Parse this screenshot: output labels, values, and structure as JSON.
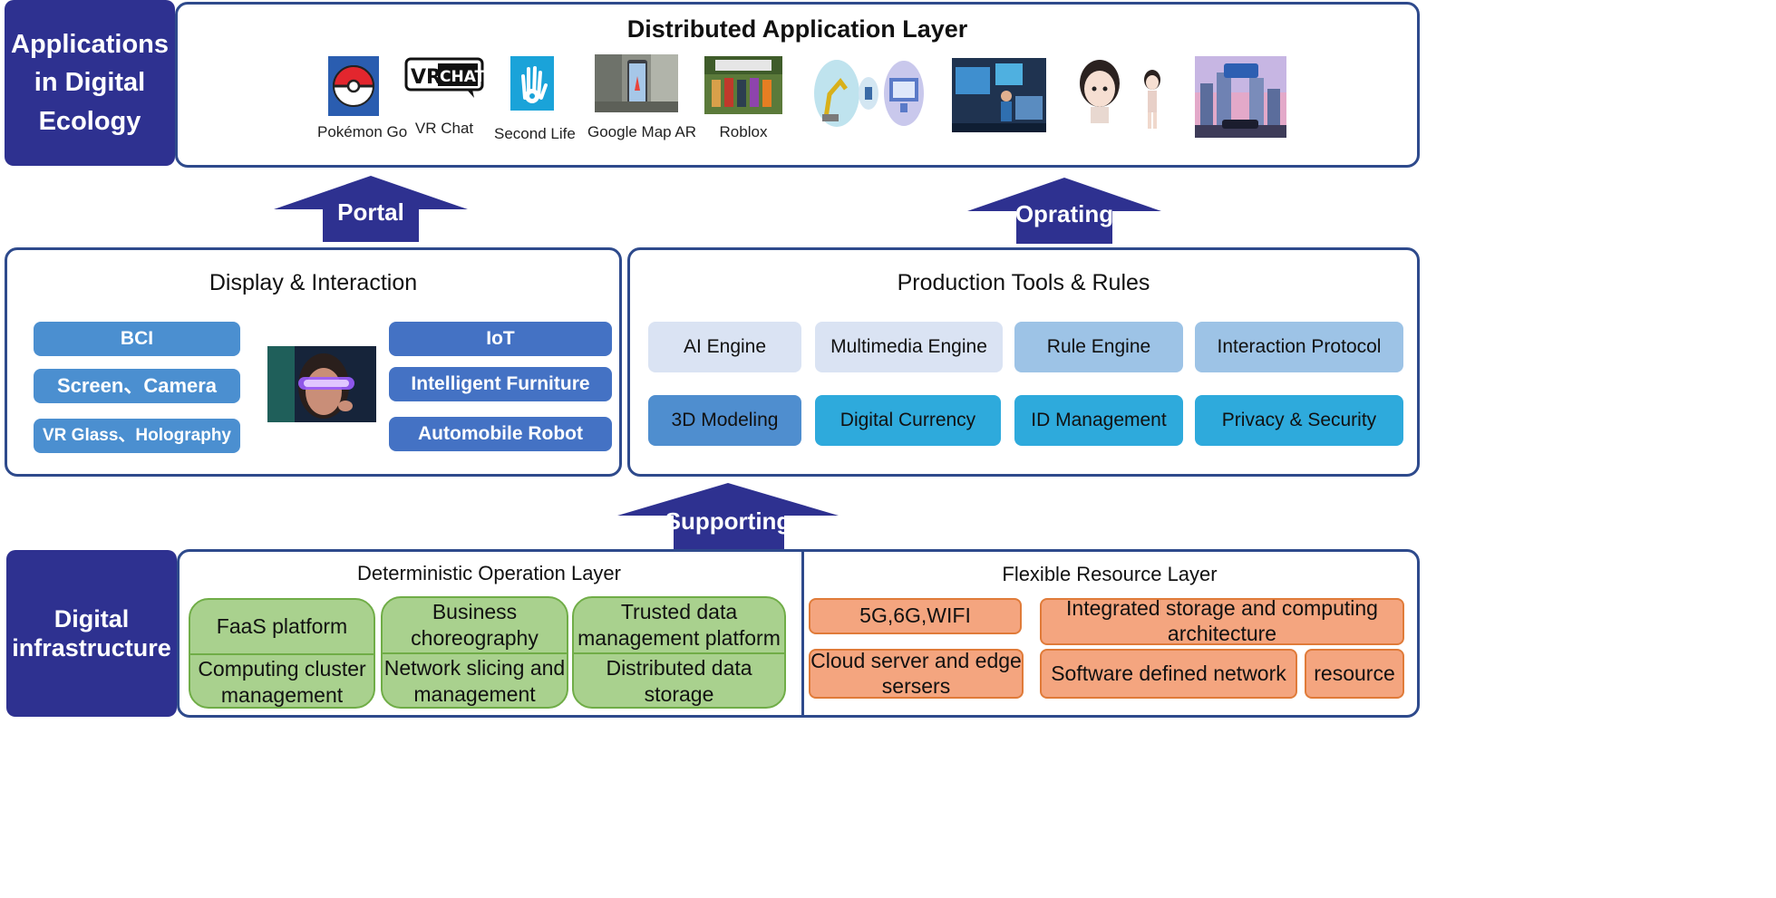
{
  "top": {
    "category": "Applications in Digital Ecology",
    "layer_title": "Distributed Application Layer",
    "apps": [
      {
        "label": "Pokémon Go",
        "icon": "pokeball-icon"
      },
      {
        "label": "VR Chat",
        "icon": "vrchat-logo"
      },
      {
        "label": "Second Life",
        "icon": "second-life-hand-icon"
      },
      {
        "label": "Google Map AR",
        "icon": "ar-map-street-image"
      },
      {
        "label": "Roblox",
        "icon": "roblox-characters-image"
      }
    ]
  },
  "arrows": {
    "portal": "Portal",
    "operating": "Oprating",
    "supporting": "Supporting"
  },
  "display": {
    "title": "Display & Interaction",
    "left_items": [
      "BCI",
      "Screen、Camera",
      "VR Glass、Holography"
    ],
    "right_items": [
      "IoT",
      "Intelligent Furniture",
      "Automobile Robot"
    ]
  },
  "production": {
    "title": "Production Tools & Rules",
    "row1": [
      "AI Engine",
      "Multimedia Engine",
      "Rule Engine",
      "Interaction Protocol"
    ],
    "row2": [
      "3D Modeling",
      "Digital Currency",
      "ID Management",
      "Privacy & Security"
    ]
  },
  "bottom": {
    "category": "Digital infrastructure",
    "deterministic": {
      "title": "Deterministic Operation Layer",
      "cards": [
        {
          "top": "FaaS platform",
          "bottom": "Computing cluster management"
        },
        {
          "top": "Business choreography",
          "bottom": "Network slicing and management"
        },
        {
          "top": "Trusted data management platform",
          "bottom": "Distributed data storage"
        }
      ]
    },
    "flexible": {
      "title": "Flexible Resource Layer",
      "items": [
        "5G,6G,WIFI",
        "Integrated storage and computing architecture",
        "Cloud server and edge sersers",
        "Software defined network",
        "resource"
      ]
    }
  },
  "colors": {
    "navy": "#2e3190",
    "frame": "#2e4a8c",
    "green": "#a9d18e",
    "orange": "#f4a57f"
  }
}
